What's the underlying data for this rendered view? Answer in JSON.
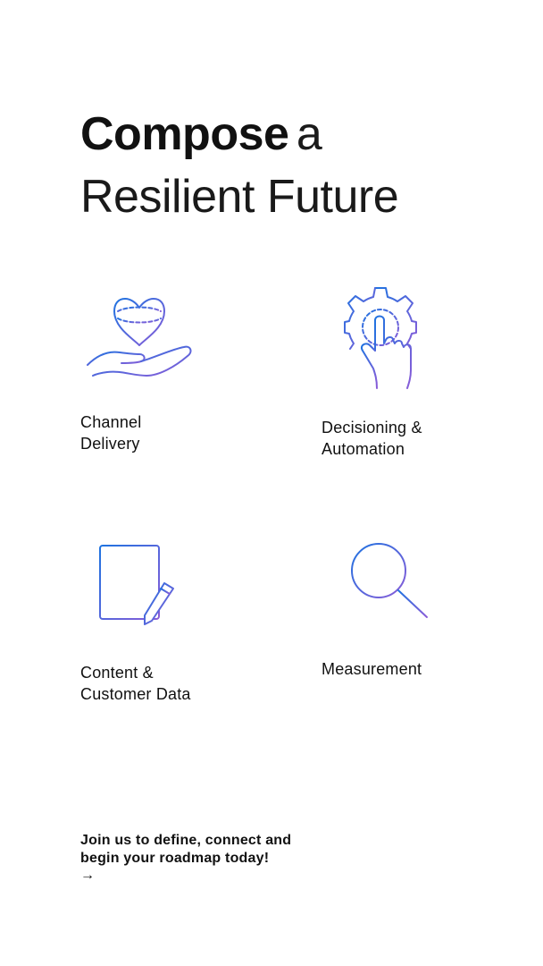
{
  "headline": {
    "bold": "Compose",
    "light": "a",
    "line2": "Resilient Future"
  },
  "features": {
    "channel": {
      "icon": "heart-in-hand-icon",
      "label_line1": "Channel",
      "label_line2": "Delivery"
    },
    "decisioning": {
      "icon": "gear-touch-icon",
      "label_line1": "Decisioning &",
      "label_line2": "Automation"
    },
    "content": {
      "icon": "document-pencil-icon",
      "label_line1": "Content &",
      "label_line2": "Customer Data"
    },
    "measurement": {
      "icon": "magnifier-chart-icon",
      "label_line1": "Measurement"
    }
  },
  "cta": {
    "line1": "Join us to define, connect and",
    "line2": "begin your roadmap today!",
    "arrow": "→"
  },
  "colors": {
    "gradient_start": "#1e73e0",
    "gradient_end": "#8a5cd8",
    "text": "#111111",
    "background": "#ffffff"
  }
}
